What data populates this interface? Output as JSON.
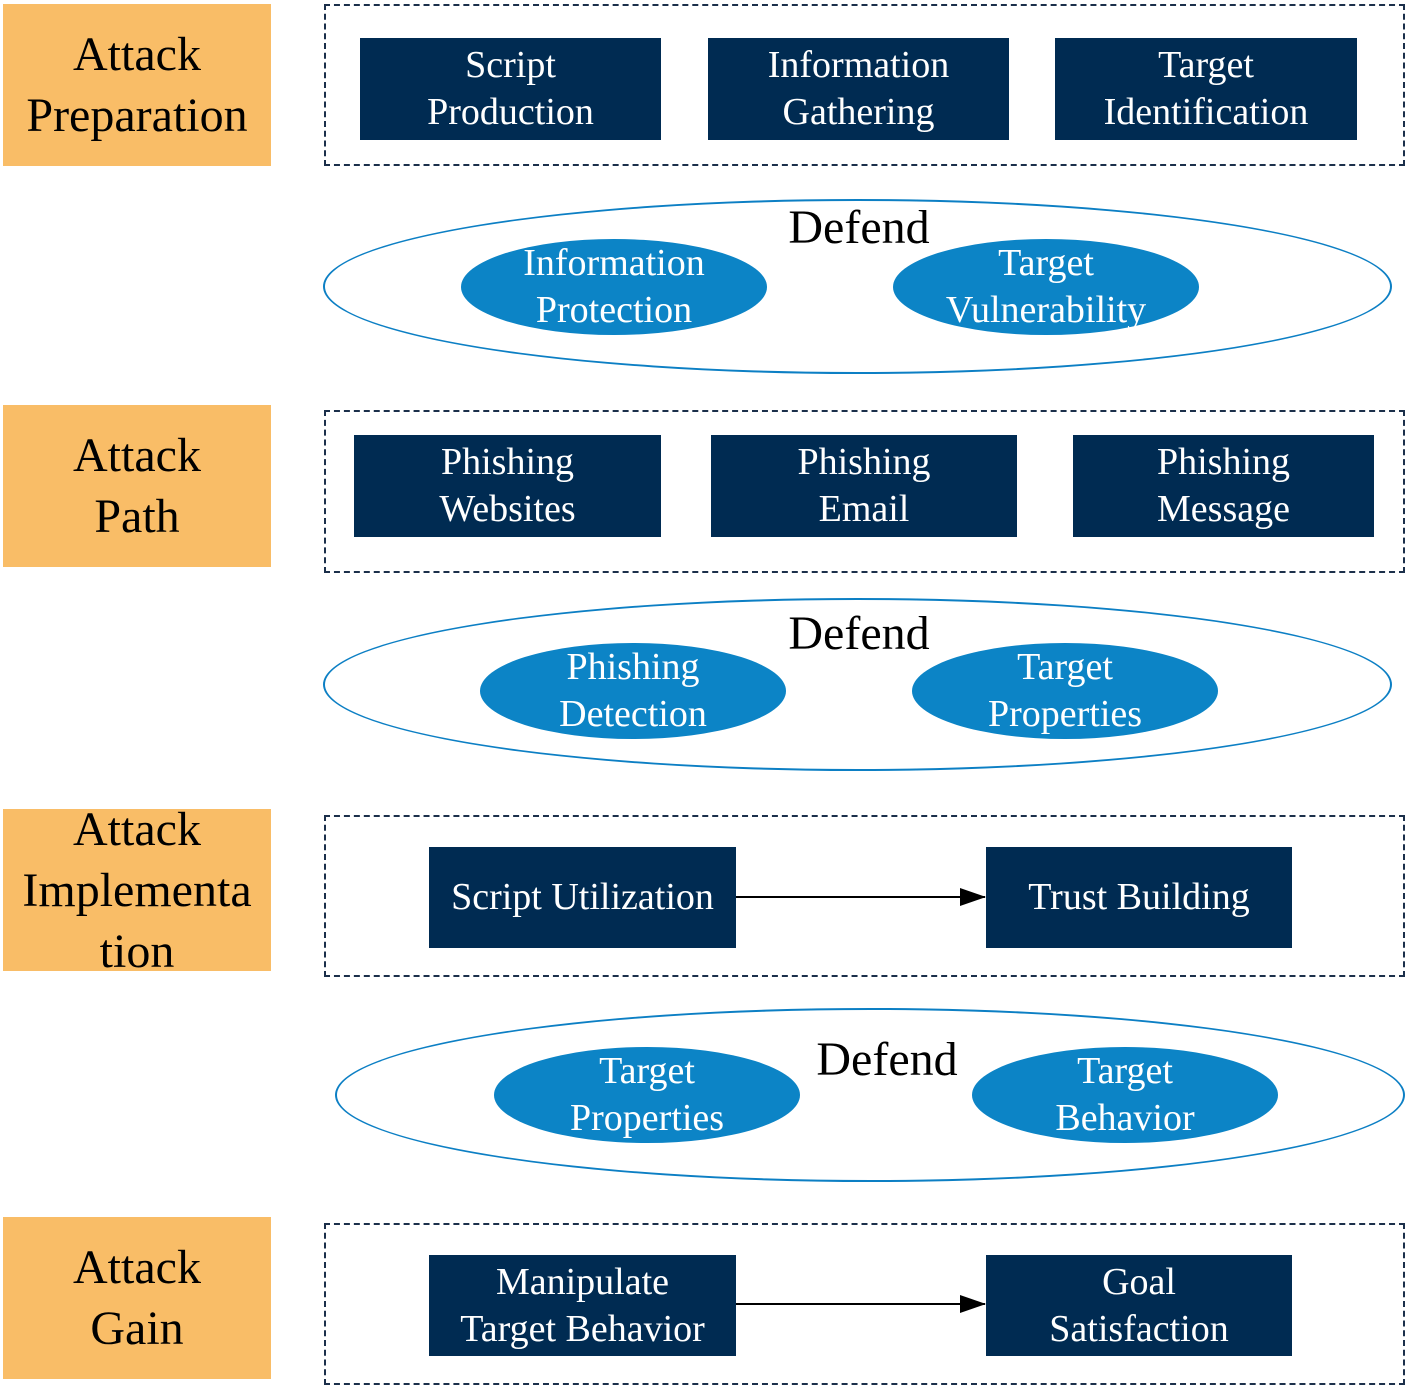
{
  "stages": [
    {
      "lines": [
        "Attack",
        "Preparation"
      ]
    },
    {
      "lines": [
        "Attack",
        "Path"
      ]
    },
    {
      "lines": [
        "Attack",
        "Implementa",
        "tion"
      ]
    },
    {
      "lines": [
        "Attack",
        "Gain"
      ]
    }
  ],
  "preparation_nodes": [
    {
      "lines": [
        "Script",
        "Production"
      ]
    },
    {
      "lines": [
        "Information",
        "Gathering"
      ]
    },
    {
      "lines": [
        "Target",
        "Identification"
      ]
    }
  ],
  "path_nodes": [
    {
      "lines": [
        "Phishing",
        "Websites"
      ]
    },
    {
      "lines": [
        "Phishing",
        "Email"
      ]
    },
    {
      "lines": [
        "Phishing",
        "Message"
      ]
    }
  ],
  "implementation_nodes": [
    {
      "lines": [
        "Script Utilization"
      ]
    },
    {
      "lines": [
        "Trust Building"
      ]
    }
  ],
  "gain_nodes": [
    {
      "lines": [
        "Manipulate",
        "Target Behavior"
      ]
    },
    {
      "lines": [
        "Goal",
        "Satisfaction"
      ]
    }
  ],
  "defends": [
    {
      "label": "Defend",
      "items": [
        {
          "lines": [
            "Information",
            "Protection"
          ]
        },
        {
          "lines": [
            "Target",
            "Vulnerability"
          ]
        }
      ]
    },
    {
      "label": "Defend",
      "items": [
        {
          "lines": [
            "Phishing",
            "Detection"
          ]
        },
        {
          "lines": [
            "Target",
            "Properties"
          ]
        }
      ]
    },
    {
      "label": "Defend",
      "items": [
        {
          "lines": [
            "Target",
            "Properties"
          ]
        },
        {
          "lines": [
            "Target",
            "Behavior"
          ]
        }
      ]
    }
  ],
  "colors": {
    "stage_fill": "#f9bd67",
    "node_fill": "#002b52",
    "defend_outline": "#0c7fc4",
    "defend_item_fill": "#0c84c6"
  }
}
